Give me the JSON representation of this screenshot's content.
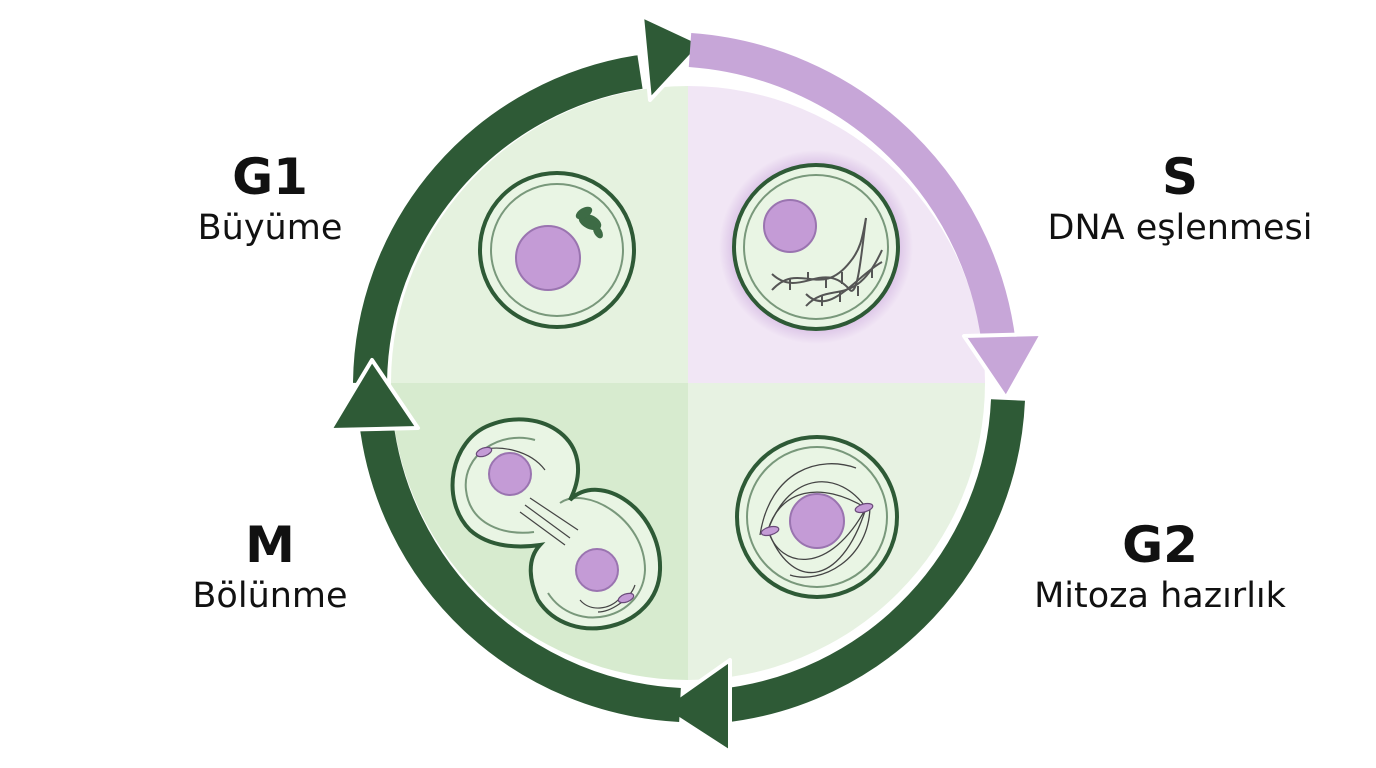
{
  "phases": {
    "g1": {
      "code": "G1",
      "description": "Büyüme"
    },
    "s": {
      "code": "S",
      "description": "DNA eşlenmesi"
    },
    "g2": {
      "code": "G2",
      "description": "Mitoza hazırlık"
    },
    "m": {
      "code": "M",
      "description": "Bölünme"
    }
  },
  "colors": {
    "arrow_green": "#2e5a36",
    "arrow_purple": "#c7a6d8",
    "disc_light_green": "#e6f2e1",
    "disc_mid_green": "#d6ebcf",
    "disc_lavender": "#f1e6f5",
    "cell_fill": "#e9f5e4",
    "cell_stroke": "#2e5a36",
    "nucleus": "#c49bd6",
    "nucleus_stroke": "#9a74b0"
  }
}
